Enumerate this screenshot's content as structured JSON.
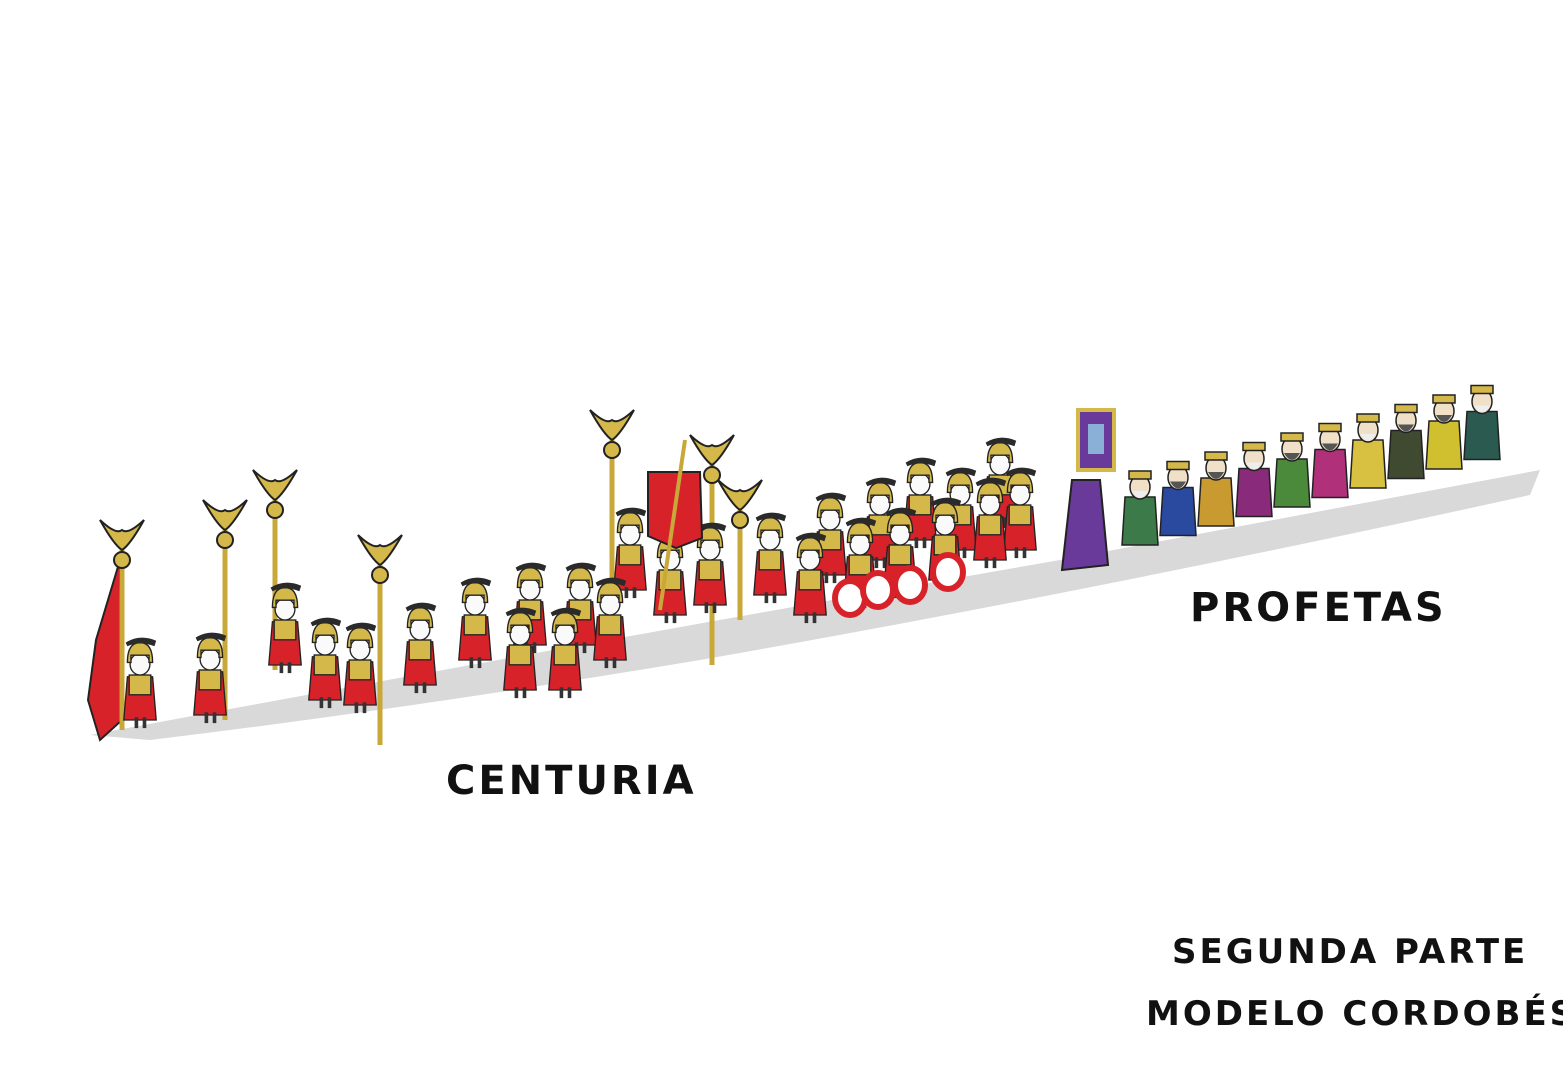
{
  "labels": {
    "centuria": "CENTURIA",
    "profetas": "PROFETAS",
    "segunda_parte": "SEGUNDA PARTE",
    "modelo": "MODELO CORDOBÉS"
  },
  "colors": {
    "tunic": "#d8222a",
    "helmet": "#d4b84a",
    "crest": "#2a2a2a",
    "shadow": "#d9d9d9",
    "banner_purple": "#6a3a9a",
    "prophet_robes": [
      "#3d7a4a",
      "#2a4aa0",
      "#c89a30",
      "#8a2a7a",
      "#4a8a3a",
      "#b0307a",
      "#d8c040",
      "#404a30",
      "#d0c030",
      "#2a5a50"
    ]
  },
  "figures": {
    "soldier_icon": "roman-soldier",
    "prophet_icon": "prophet",
    "standard_icon": "eagle-standard"
  }
}
